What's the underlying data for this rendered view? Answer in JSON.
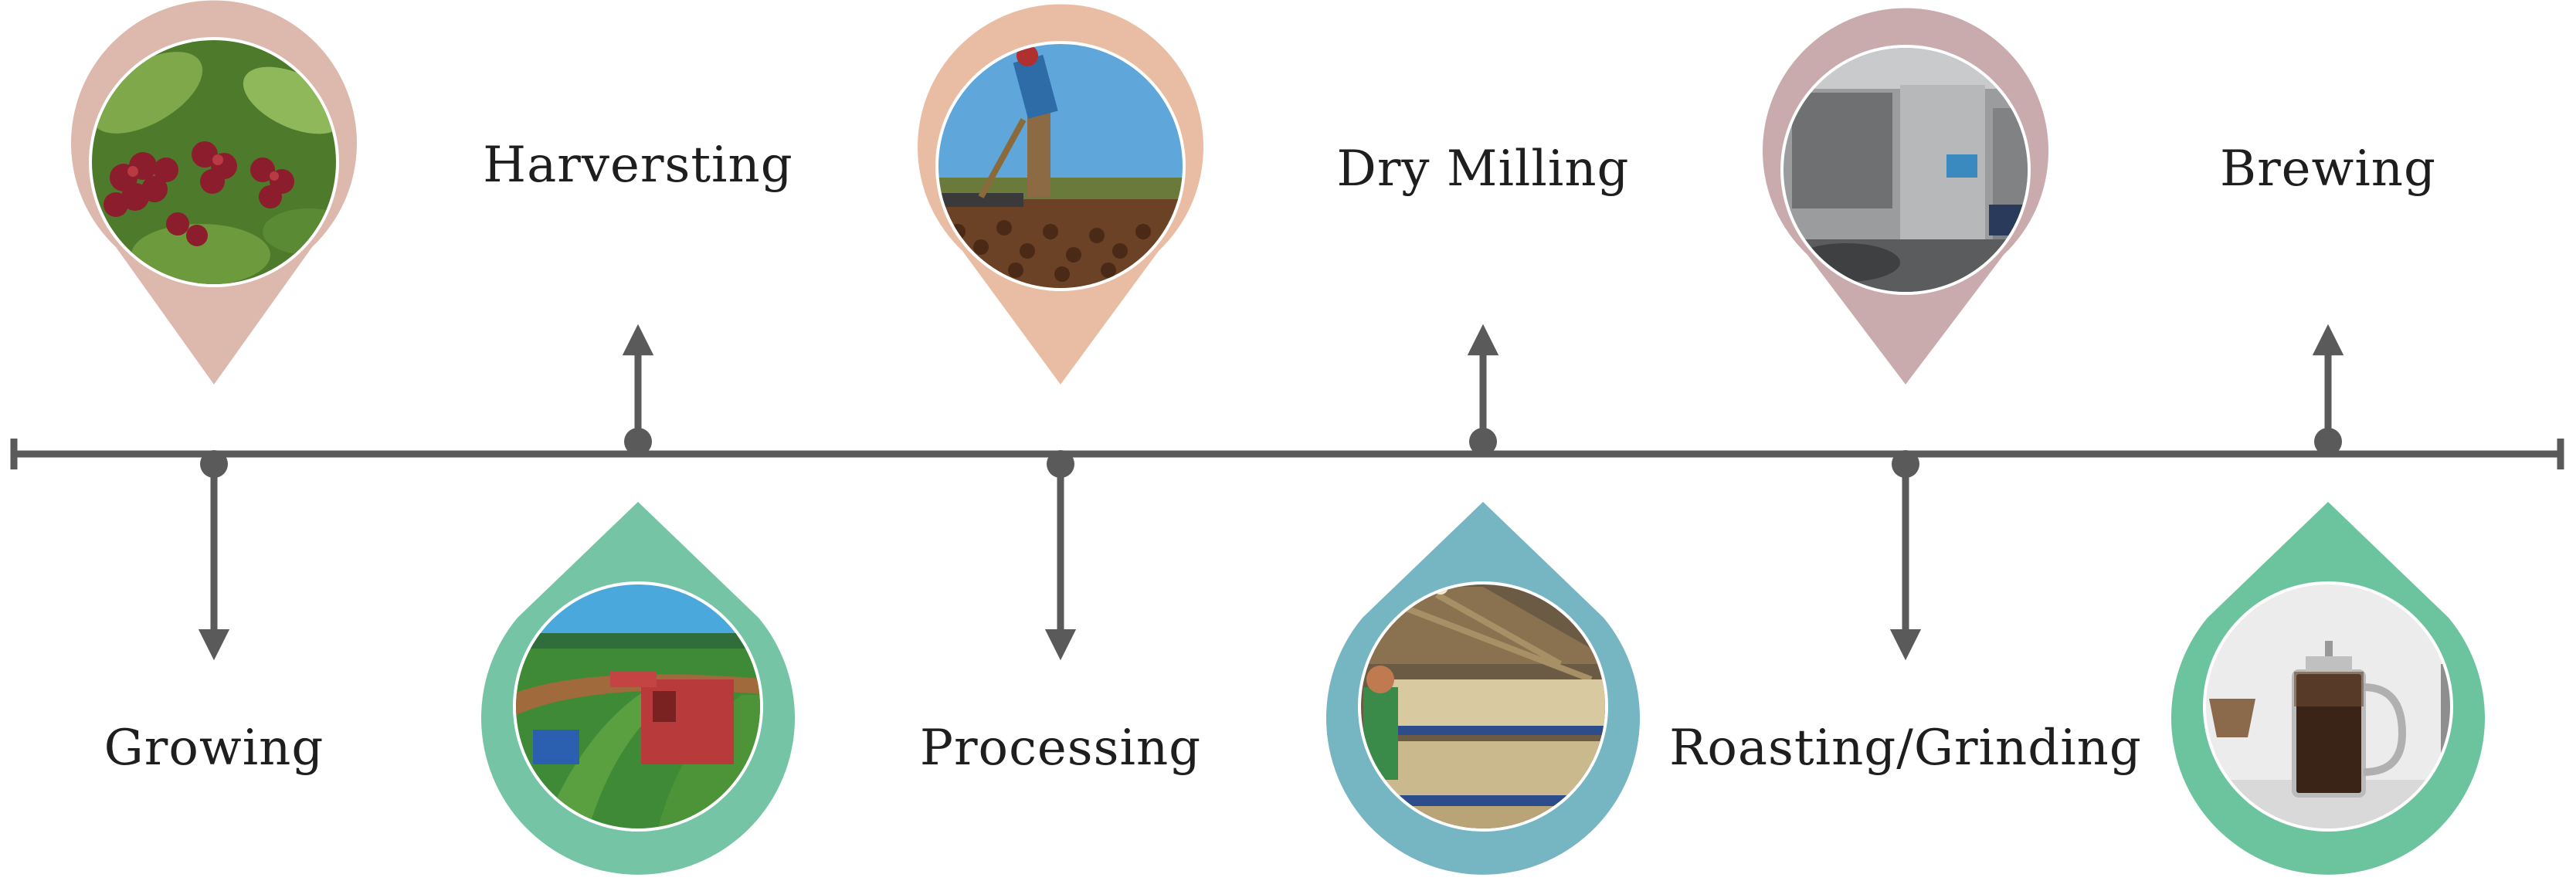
{
  "colors": {
    "line": "#5a5a5a",
    "pin_growing": "#dcb8ad",
    "pin_processing": "#e9bda3",
    "pin_roasting": "#c9abae",
    "drop_harvesting": "#74c4a5",
    "drop_drymilling": "#76b5c2",
    "drop_brewing": "#6cc49f"
  },
  "stages": [
    {
      "id": "growing",
      "label": "Growing",
      "icon": "coffee-cherries-photo",
      "side": "above-pin"
    },
    {
      "id": "harvesting",
      "label": "Harversting",
      "icon": "harvester-photo",
      "side": "below-drop"
    },
    {
      "id": "processing",
      "label": "Processing",
      "icon": "drying-beans-photo",
      "side": "above-pin"
    },
    {
      "id": "drymilling",
      "label": "Dry Milling",
      "icon": "milling-plant-photo",
      "side": "below-drop"
    },
    {
      "id": "roasting",
      "label": "Roasting/Grinding",
      "icon": "roaster-photo",
      "side": "above-pin"
    },
    {
      "id": "brewing",
      "label": "Brewing",
      "icon": "french-press-photo",
      "side": "below-drop"
    }
  ]
}
